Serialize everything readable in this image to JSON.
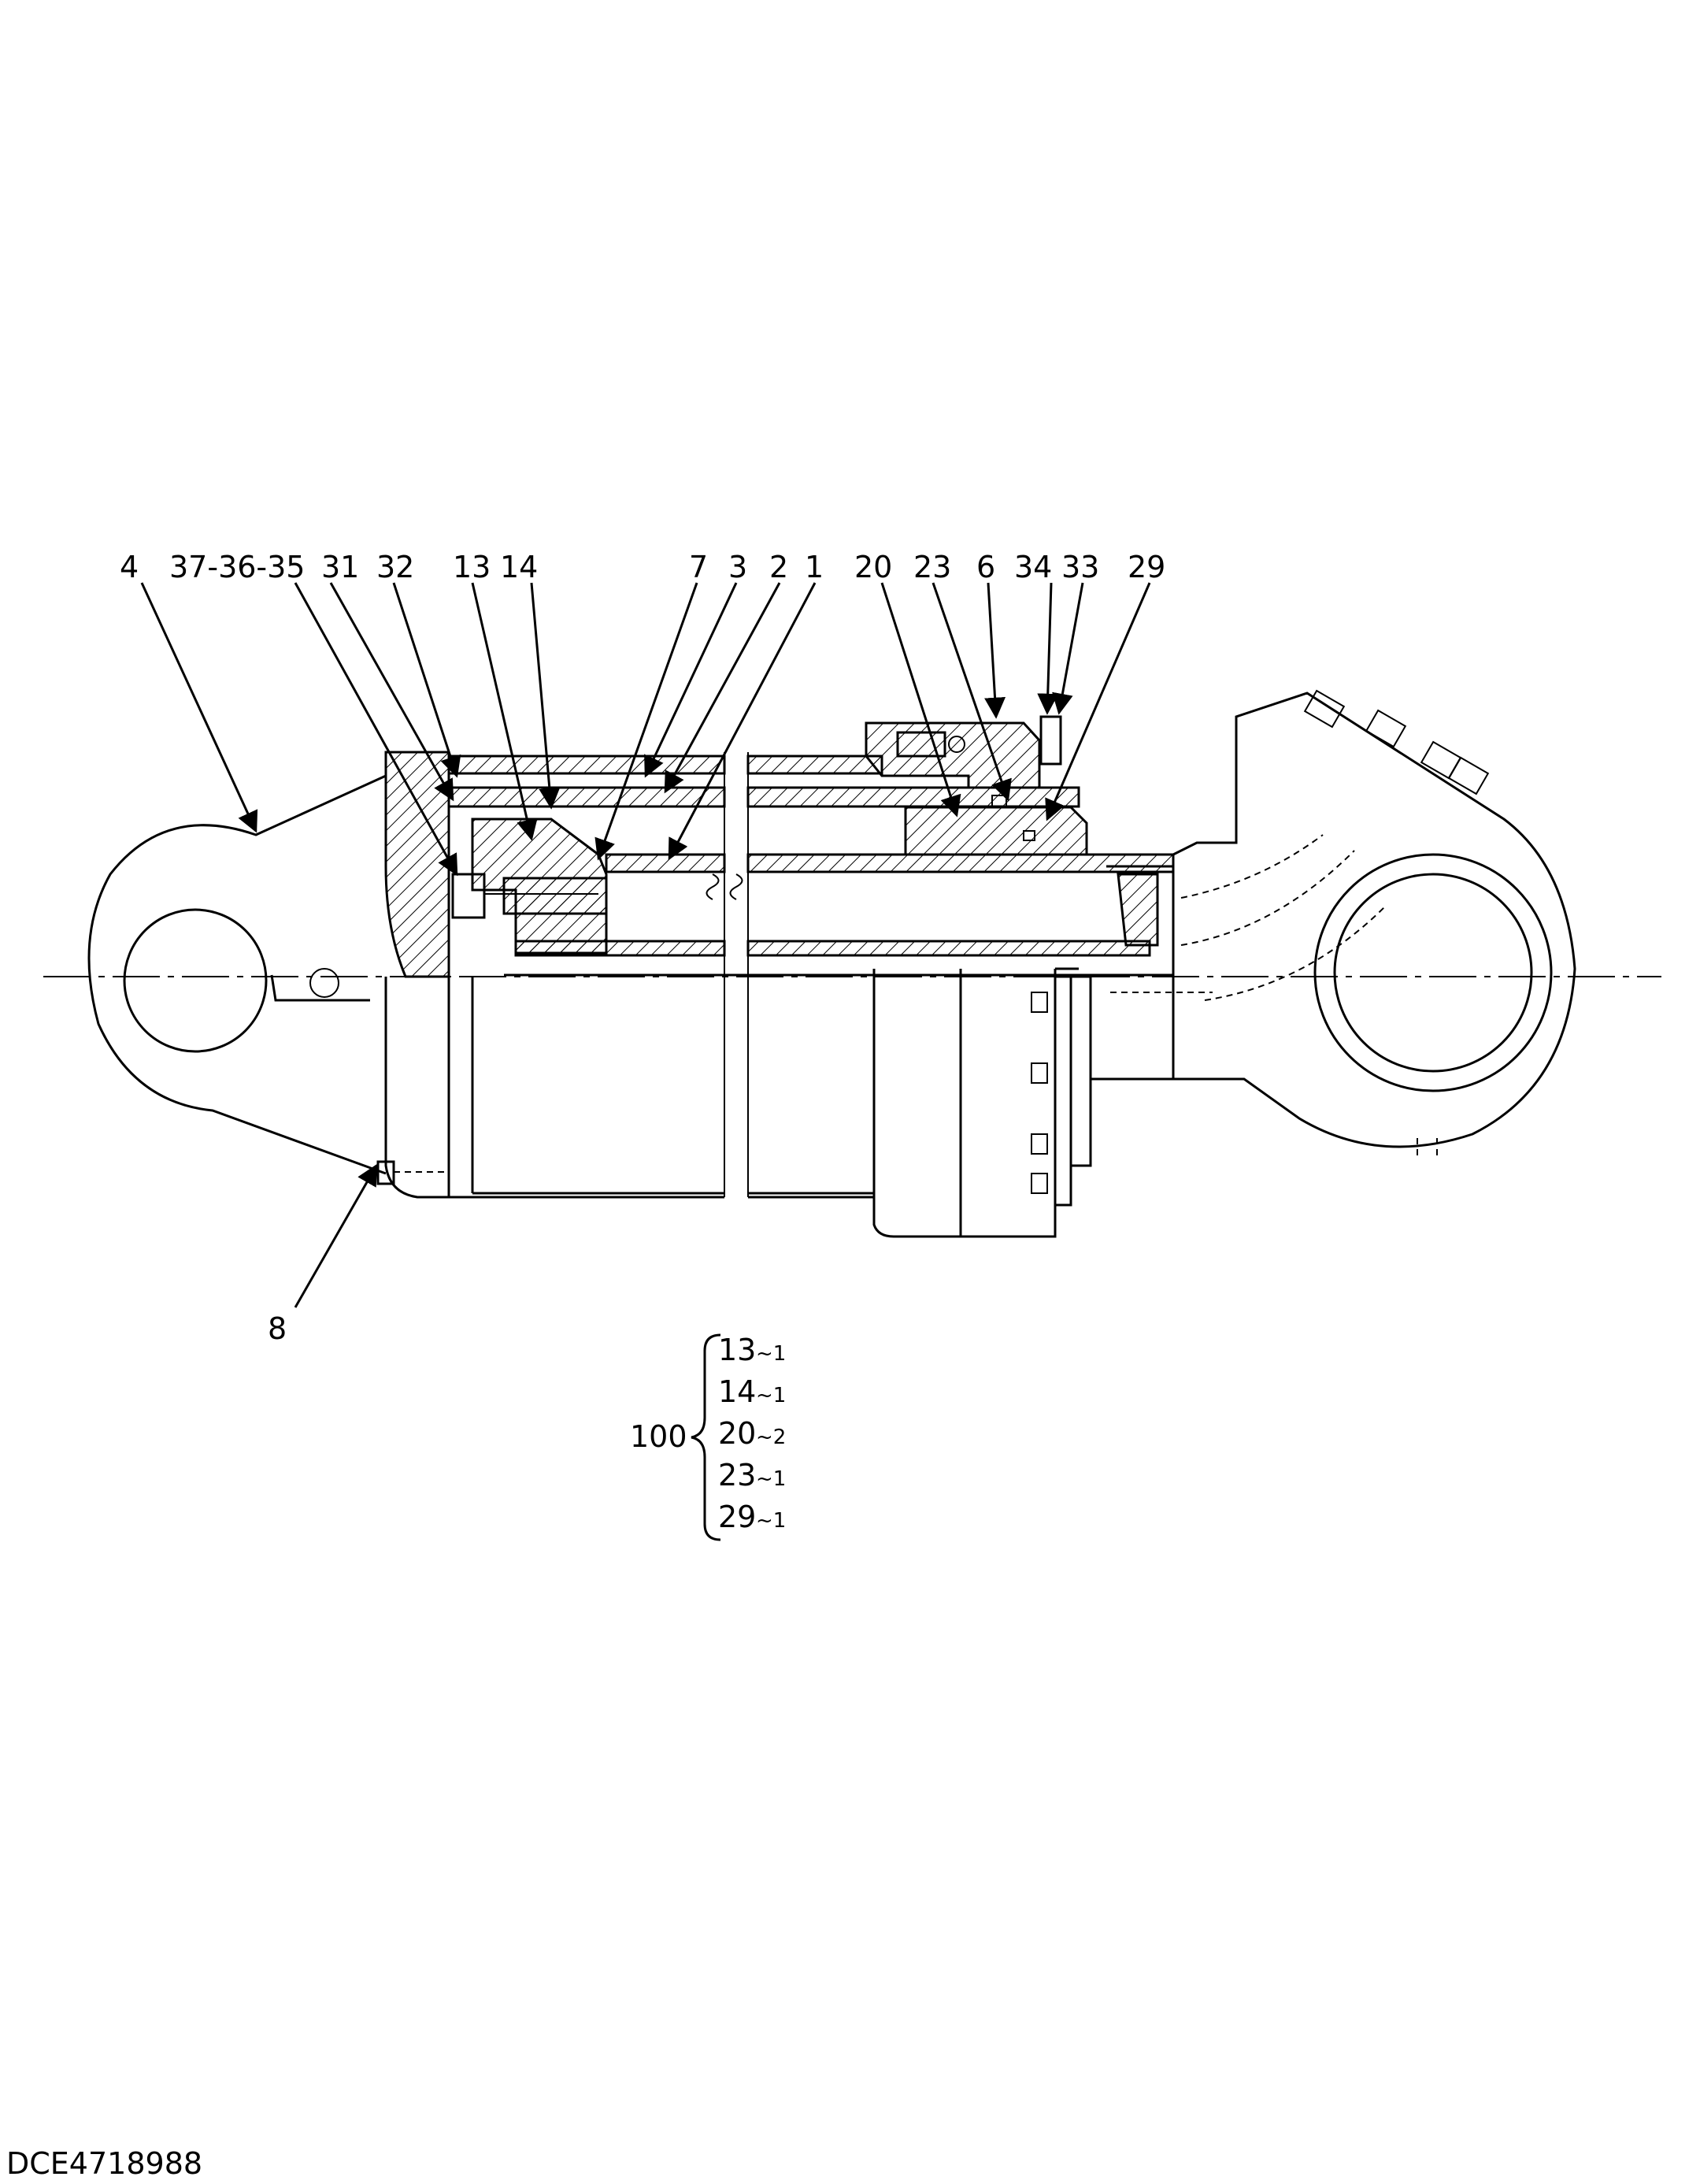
{
  "callouts": {
    "c4": "4",
    "c37_36_35": "37-36-35",
    "c31": "31",
    "c32": "32",
    "c13": "13",
    "c14": "14",
    "c7": "7",
    "c3": "3",
    "c2": "2",
    "c1": "1",
    "c20": "20",
    "c23": "23",
    "c6": "6",
    "c34": "34",
    "c33": "33",
    "c29": "29",
    "c8": "8"
  },
  "seal_kit": {
    "number": "100",
    "items": [
      {
        "part": "13",
        "qty": "~1"
      },
      {
        "part": "14",
        "qty": "~1"
      },
      {
        "part": "20",
        "qty": "~2"
      },
      {
        "part": "23",
        "qty": "~1"
      },
      {
        "part": "29",
        "qty": "~1"
      }
    ]
  },
  "drawing_code": "DCE4718988"
}
